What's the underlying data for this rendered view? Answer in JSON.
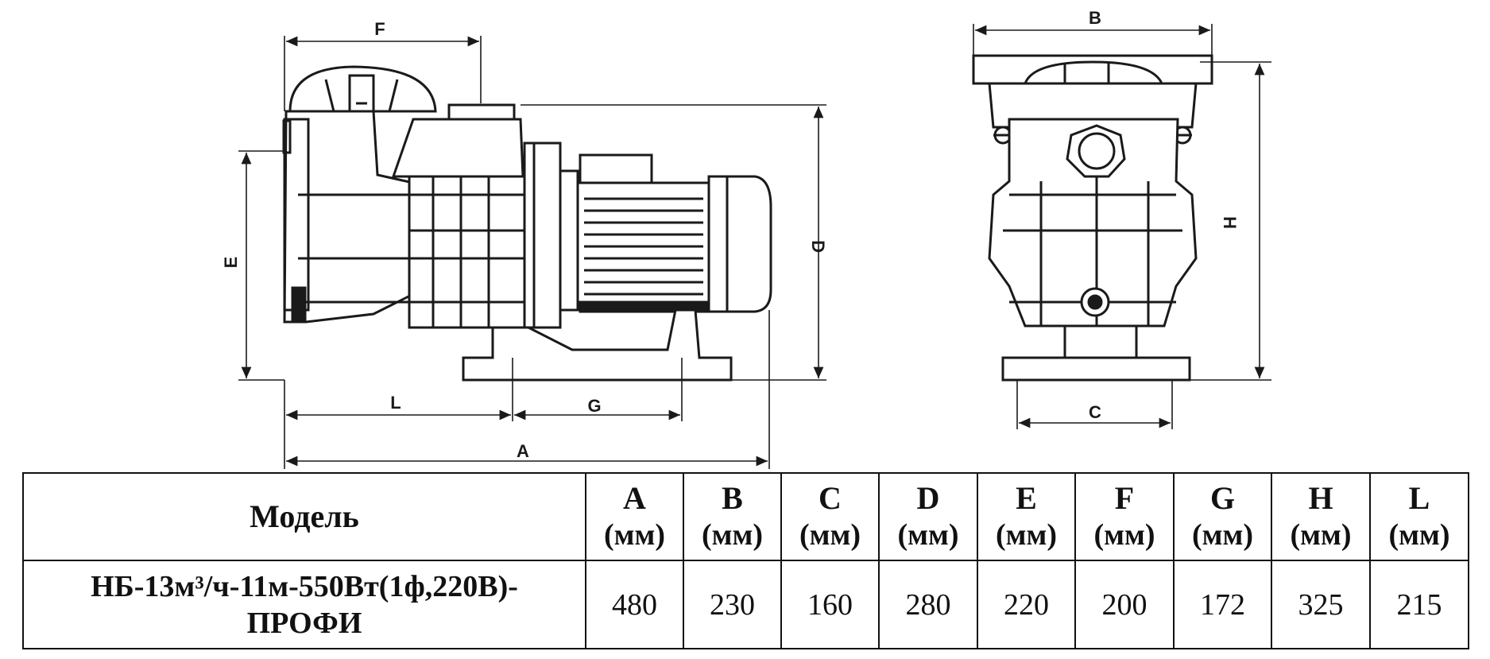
{
  "drawing": {
    "side_labels": {
      "F": "F",
      "E": "E",
      "D": "D",
      "L": "L",
      "G": "G",
      "A": "A"
    },
    "front_labels": {
      "B": "B",
      "H": "H",
      "C": "C"
    },
    "line_color": "#1a1a1a"
  },
  "table": {
    "model_header": "Модель",
    "columns": [
      {
        "letter": "A",
        "unit": "(мм)"
      },
      {
        "letter": "B",
        "unit": "(мм)"
      },
      {
        "letter": "C",
        "unit": "(мм)"
      },
      {
        "letter": "D",
        "unit": "(мм)"
      },
      {
        "letter": "E",
        "unit": "(мм)"
      },
      {
        "letter": "F",
        "unit": "(мм)"
      },
      {
        "letter": "G",
        "unit": "(мм)"
      },
      {
        "letter": "H",
        "unit": "(мм)"
      },
      {
        "letter": "L",
        "unit": "(мм)"
      }
    ],
    "rows": [
      {
        "model_line1": "НБ-13м³/ч-11м-550Вт(1ф,220В)-",
        "model_line2": "ПРОФИ",
        "values": [
          "480",
          "230",
          "160",
          "280",
          "220",
          "200",
          "172",
          "325",
          "215"
        ]
      }
    ]
  }
}
